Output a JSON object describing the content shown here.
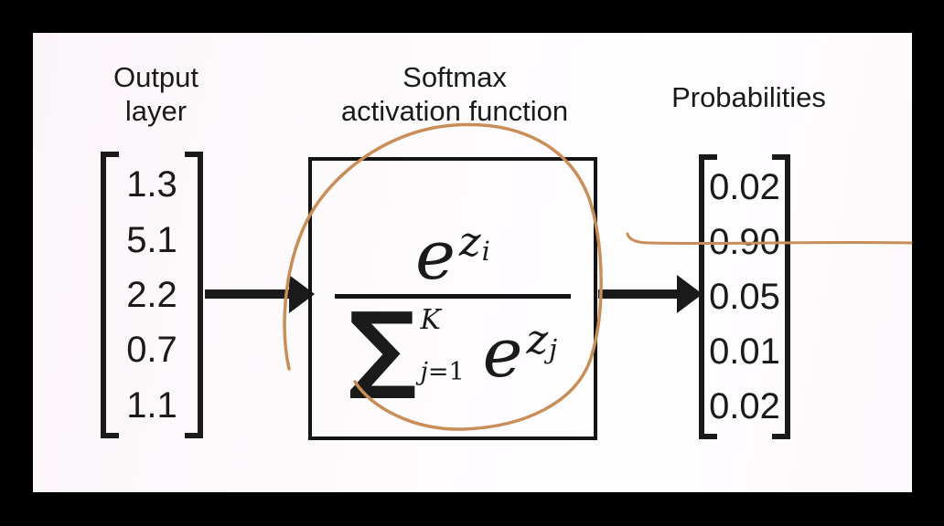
{
  "diagram": {
    "output_layer": {
      "label": [
        "Output",
        "layer"
      ],
      "values": [
        "1.3",
        "5.1",
        "2.2",
        "0.7",
        "1.1"
      ]
    },
    "softmax": {
      "label": [
        "Softmax",
        "activation function"
      ],
      "formula": {
        "num_base": "e",
        "num_sup": "z",
        "num_sup_sub": "i",
        "sum": "∑",
        "sum_upper": "K",
        "sum_lower_var": "j",
        "sum_lower_eq": "=1",
        "den_base": "e",
        "den_sup": "z",
        "den_sup_sub": "j"
      }
    },
    "probabilities": {
      "label": "Probabilities",
      "values": [
        "0.02",
        "0.90",
        "0.05",
        "0.01",
        "0.02"
      ]
    },
    "colors": {
      "background": "#000000",
      "panel": "#fdfafb",
      "ink": "#1a1a1a",
      "annotation": "#c98d57"
    }
  }
}
